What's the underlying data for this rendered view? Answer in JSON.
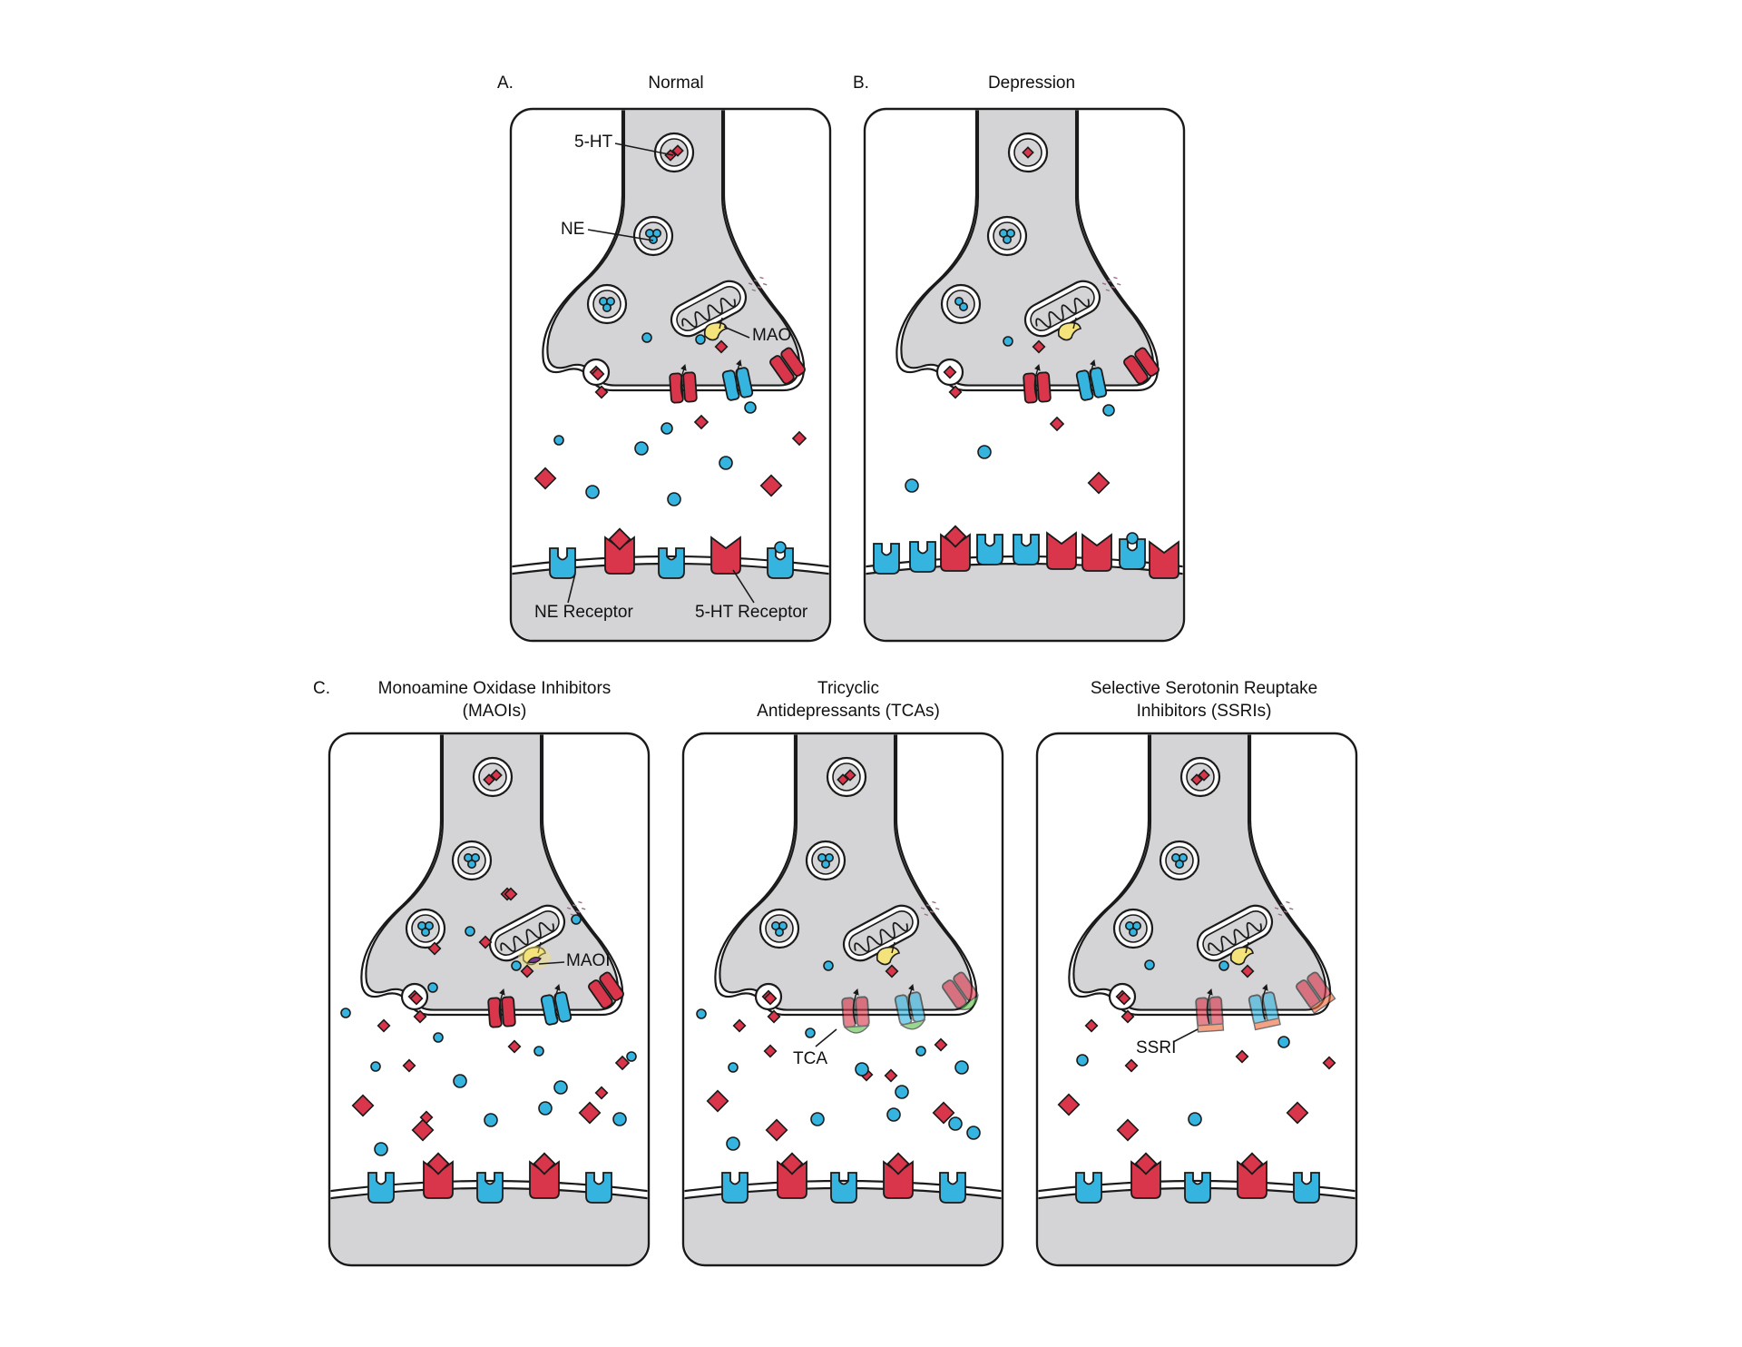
{
  "figure": {
    "panel_a": {
      "letter": "A.",
      "title": "Normal"
    },
    "panel_b": {
      "letter": "B.",
      "title": "Depression"
    },
    "panel_c": {
      "letter": "C."
    },
    "maoi_panel": {
      "title_line1": "Monoamine Oxidase Inhibitors",
      "title_line2": "(MAOIs)"
    },
    "tca_panel": {
      "title_line1": "Tricyclic",
      "title_line2": "Antidepressants (TCAs)"
    },
    "ssri_panel": {
      "title_line1": "Selective Serotonin Reuptake",
      "title_line2": "Inhibitors (SSRIs)"
    },
    "labels": {
      "serotonin": "5-HT",
      "norepinephrine": "NE",
      "mao": "MAO",
      "ne_receptor": "NE Receptor",
      "ht_receptor": "5-HT Receptor",
      "maoi": "MAOI",
      "tca": "TCA",
      "ssri": "SSRI"
    }
  },
  "colors": {
    "serotonin_red": "#d9364b",
    "norepinephrine_blue": "#35b4e0",
    "cell_gray": "#d4d4d6",
    "mao_yellow": "#f4e37a",
    "maoi_purple": "#7a3c8a",
    "tca_green": "#5cbf4a",
    "ssri_orange": "#ef6a3a",
    "outline": "#1a1a1a"
  }
}
